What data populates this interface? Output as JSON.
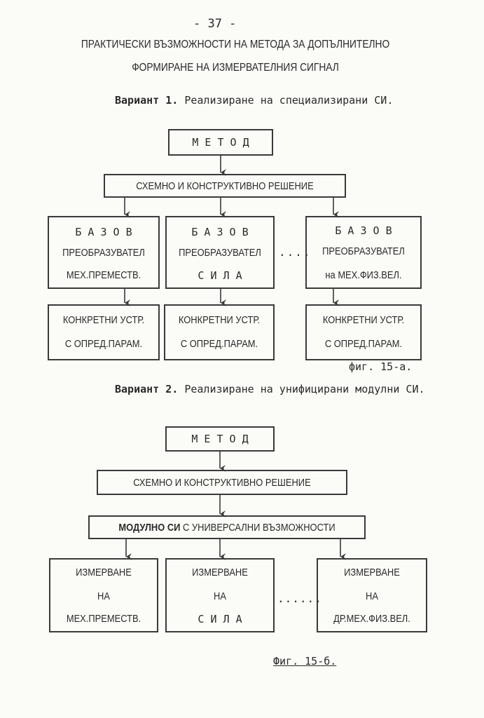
{
  "page": {
    "number": "- 37 -"
  },
  "header": {
    "line1": "ПРАКТИЧЕСКИ ВЪЗМОЖНОСТИ НА МЕТОДА ЗА ДОПЪЛНИТЕЛНО",
    "line2": "ФОРМИРАНЕ НА ИЗМЕРВАТЕЛНИЯ СИГНАЛ"
  },
  "variant1": {
    "label": "Вариант 1.",
    "title": "Реализиране на специализирани СИ.",
    "method": "М Е Т О Д",
    "solution": "СХЕМНО И КОНСТРУКТИВНО РЕШЕНИЕ",
    "bases": [
      {
        "line1": "Б А З О В",
        "line2": "ПРЕОБРАЗУВАТЕЛ",
        "line3": "МЕХ.ПРЕМЕСТВ."
      },
      {
        "line1": "Б А З О В",
        "line2": "ПРЕОБРАЗУВАТЕЛ",
        "line3": "С И Л А"
      },
      {
        "line1": "Б А З О В",
        "line2": "ПРЕОБРАЗУВАТЕЛ",
        "line3": "на МЕХ.ФИЗ.ВЕЛ."
      }
    ],
    "ellipsis": "....",
    "devices": [
      {
        "line1": "КОНКРЕТНИ УСТР.",
        "line2": "С ОПРЕД.ПАРАМ."
      },
      {
        "line1": "КОНКРЕТНИ УСТР.",
        "line2": "С ОПРЕД.ПАРАМ."
      },
      {
        "line1": "КОНКРЕТНИ УСТР.",
        "line2": "С ОПРЕД.ПАРАМ."
      }
    ],
    "caption": "фиг. 15-а."
  },
  "variant2": {
    "label": "Вариант 2.",
    "title": "Реализиране на унифицирани модулни СИ.",
    "method": "М Е Т О Д",
    "solution": "СХЕМНО И КОНСТРУКТИВНО РЕШЕНИЕ",
    "module_bold": "МОДУЛНО СИ",
    "module_rest": "С УНИВЕРСАЛНИ ВЪЗМОЖНОСТИ",
    "measures": [
      {
        "line1": "ИЗМЕРВАНЕ",
        "line2": "НА",
        "line3": "МЕХ.ПРЕМЕСТВ."
      },
      {
        "line1": "ИЗМЕРВАНЕ",
        "line2": "НА",
        "line3": "С И Л А"
      },
      {
        "line1": "ИЗМЕРВАНЕ",
        "line2": "НА",
        "line3": "ДР.МЕХ.ФИЗ.ВЕЛ."
      }
    ],
    "ellipsis": "......",
    "caption": "Фиг. 15-б."
  }
}
